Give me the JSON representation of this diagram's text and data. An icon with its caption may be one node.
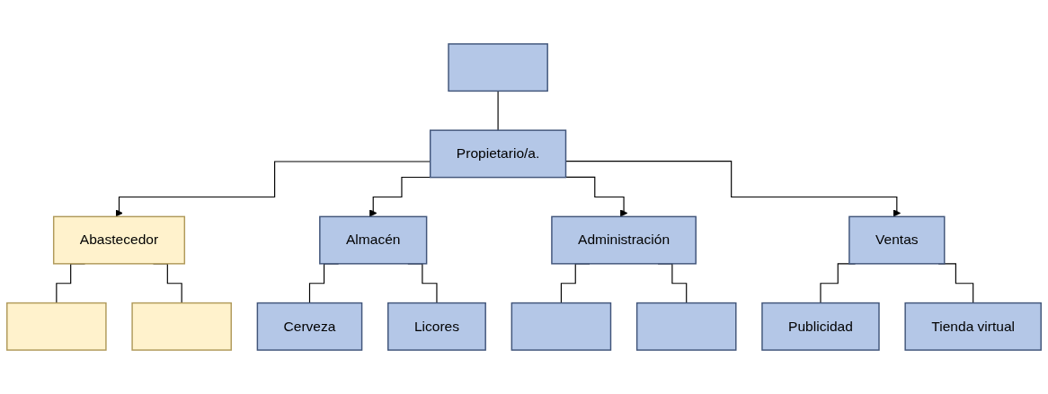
{
  "diagram": {
    "nodes": [
      {
        "text": [],
        "shape": "box"
      },
      {
        "text": [
          "Propietario/a."
        ]
      },
      {
        "text": [
          "Abastecedor"
        ]
      },
      {
        "text": [],
        "shape": "box"
      },
      {
        "text": [],
        "shape": "box"
      },
      {
        "text": [
          "Almacén"
        ]
      },
      {
        "text": [
          "Cerveza"
        ]
      },
      {
        "text": [
          "Licores"
        ]
      },
      {
        "text": [
          "Administración"
        ]
      },
      {
        "text": [],
        "shape": "box"
      },
      {
        "text": [],
        "shape": "box"
      },
      {
        "text": [
          "Ventas"
        ]
      },
      {
        "text": [
          "Publicidad"
        ]
      },
      {
        "text": [
          "Tienda virtual"
        ]
      }
    ],
    "edges": [
      {
        "from": 0,
        "to": 1,
        "arrow": "none"
      },
      {
        "from": 1,
        "to": 2,
        "arrow": "to"
      },
      {
        "from": 1,
        "to": 5,
        "arrow": "to"
      },
      {
        "from": 1,
        "to": 8,
        "arrow": "to"
      },
      {
        "from": 1,
        "to": 11,
        "arrow": "to"
      },
      {
        "from": 2,
        "to": 3,
        "arrow": "none"
      },
      {
        "from": 2,
        "to": 4,
        "arrow": "none"
      },
      {
        "from": 5,
        "to": 6,
        "arrow": "none"
      },
      {
        "from": 5,
        "to": 7,
        "arrow": "none"
      },
      {
        "from": 8,
        "to": 9,
        "arrow": "none"
      },
      {
        "from": 8,
        "to": 10,
        "arrow": "none"
      },
      {
        "from": 11,
        "to": 12,
        "arrow": "none"
      },
      {
        "from": 11,
        "to": 13,
        "arrow": "none"
      }
    ]
  }
}
